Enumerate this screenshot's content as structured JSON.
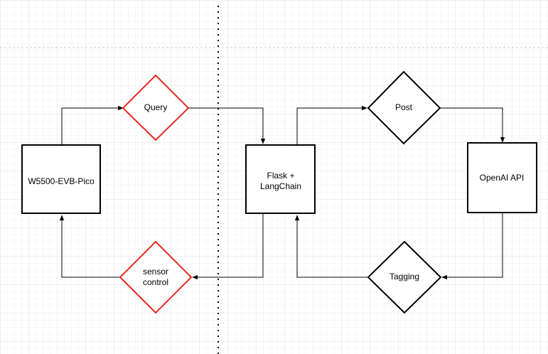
{
  "colors": {
    "background": "#ffffff",
    "grid_minor": "#f1f1f1",
    "grid_major": "#e2e2e2",
    "stroke": "#000000",
    "highlight": "#e8281e",
    "divider": "#000000",
    "separator": "#c8c8c8"
  },
  "diagram": {
    "nodes": {
      "w5500": {
        "label": "W5500-EVB-Pico",
        "shape": "rectangle"
      },
      "flask": {
        "line1": "Flask +",
        "line2": "LangChain",
        "shape": "rectangle"
      },
      "openai": {
        "label": "OpenAI API",
        "shape": "rectangle"
      },
      "query": {
        "label": "Query",
        "shape": "diamond",
        "color": "red"
      },
      "sensor": {
        "line1": "sensor",
        "line2": "control",
        "shape": "diamond",
        "color": "red"
      },
      "post": {
        "label": "Post",
        "shape": "diamond",
        "color": "black"
      },
      "tagging": {
        "label": "Tagging",
        "shape": "diamond",
        "color": "black"
      }
    },
    "edges": [
      {
        "from": "w5500",
        "to": "query"
      },
      {
        "from": "query",
        "to": "flask"
      },
      {
        "from": "flask",
        "to": "sensor"
      },
      {
        "from": "sensor",
        "to": "w5500"
      },
      {
        "from": "flask",
        "to": "post"
      },
      {
        "from": "post",
        "to": "openai"
      },
      {
        "from": "openai",
        "to": "tagging"
      },
      {
        "from": "tagging",
        "to": "flask"
      }
    ]
  }
}
